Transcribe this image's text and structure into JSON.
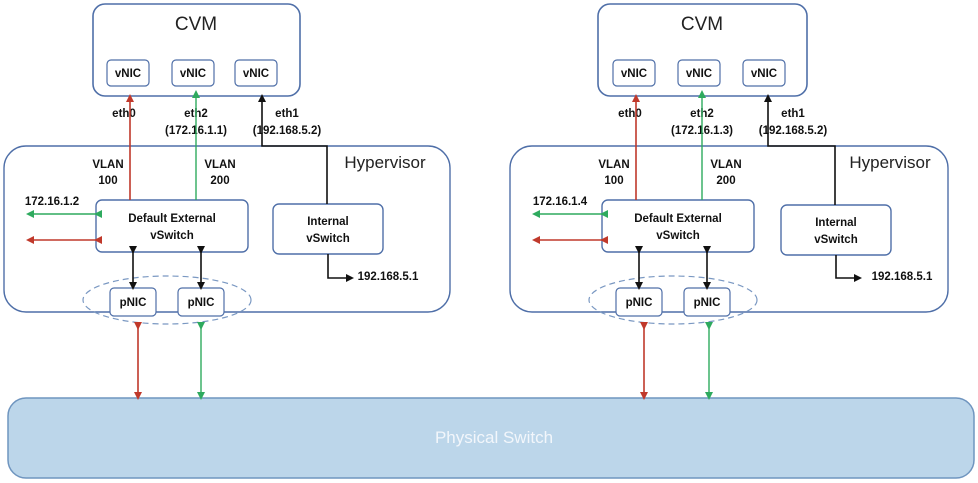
{
  "physical_switch": {
    "label": "Physical Switch"
  },
  "nodes": [
    {
      "cvm_title": "CVM",
      "vnic_1": "vNIC",
      "vnic_2": "vNIC",
      "vnic_3": "vNIC",
      "eth0": "eth0",
      "eth2": "eth2",
      "eth2_ip": "(172.16.1.1)",
      "eth1": "eth1",
      "eth1_ip": "(192.168.5.2)",
      "hypervisor_title": "Hypervisor",
      "vlan100_line1": "VLAN",
      "vlan100_line2": "100",
      "vlan200_line1": "VLAN",
      "vlan200_line2": "200",
      "host_ip": "172.16.1.2",
      "ext_switch_line1": "Default External",
      "ext_switch_line2": "vSwitch",
      "int_switch_line1": "Internal",
      "int_switch_line2": "vSwitch",
      "int_ip": "192.168.5.1",
      "pnic_1": "pNIC",
      "pnic_2": "pNIC"
    },
    {
      "cvm_title": "CVM",
      "vnic_1": "vNIC",
      "vnic_2": "vNIC",
      "vnic_3": "vNIC",
      "eth0": "eth0",
      "eth2": "eth2",
      "eth2_ip": "(172.16.1.3)",
      "eth1": "eth1",
      "eth1_ip": "(192.168.5.2)",
      "hypervisor_title": "Hypervisor",
      "vlan100_line1": "VLAN",
      "vlan100_line2": "100",
      "vlan200_line1": "VLAN",
      "vlan200_line2": "200",
      "host_ip": "172.16.1.4",
      "ext_switch_line1": "Default External",
      "ext_switch_line2": "vSwitch",
      "int_switch_line1": "Internal",
      "int_switch_line2": "vSwitch",
      "int_ip": "192.168.5.1",
      "pnic_1": "pNIC",
      "pnic_2": "pNIC"
    }
  ],
  "colors": {
    "red_link": "#c0392b",
    "green_link": "#2eaa5e",
    "black_link": "#111111",
    "physical_switch_fill": "#bcd6ea"
  }
}
